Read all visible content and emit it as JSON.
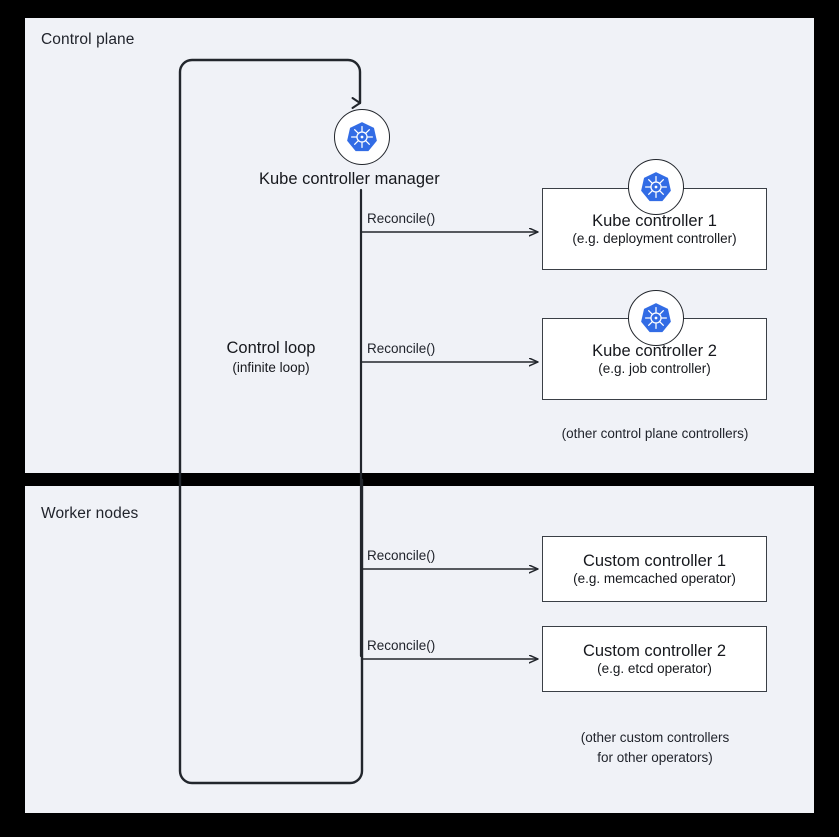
{
  "diagram": {
    "title_alt": "Kubernetes controller reconcile loop",
    "colors": {
      "panel_bg": "#f0f2f7",
      "page_bg": "#000000",
      "box_bg": "#ffffff",
      "box_border": "#3a3f46",
      "line": "#22262c",
      "k8s_blue": "#326ce5",
      "text": "#16181d"
    }
  },
  "panels": [
    {
      "id": "control-plane",
      "title": "Control plane"
    },
    {
      "id": "worker-nodes",
      "title": "Worker nodes"
    }
  ],
  "manager": {
    "label": "Kube controller manager",
    "icon": "kubernetes-icon"
  },
  "control_loop": {
    "label": "Control loop",
    "sublabel": "(infinite loop)"
  },
  "edges": [
    {
      "id": "reconcile-kube-1",
      "label": "Reconcile()"
    },
    {
      "id": "reconcile-kube-2",
      "label": "Reconcile()"
    },
    {
      "id": "reconcile-custom-1",
      "label": "Reconcile()"
    },
    {
      "id": "reconcile-custom-2",
      "label": "Reconcile()"
    }
  ],
  "controllers": [
    {
      "id": "kube-controller-1",
      "title": "Kube controller 1",
      "subtitle": "(e.g. deployment controller)",
      "icon": "kubernetes-icon",
      "has_icon": true
    },
    {
      "id": "kube-controller-2",
      "title": "Kube controller 2",
      "subtitle": "(e.g. job controller)",
      "icon": "kubernetes-icon",
      "has_icon": true
    },
    {
      "id": "custom-controller-1",
      "title": "Custom controller 1",
      "subtitle": "(e.g. memcached operator)",
      "has_icon": false
    },
    {
      "id": "custom-controller-2",
      "title": "Custom controller 2",
      "subtitle": "(e.g. etcd operator)",
      "has_icon": false
    }
  ],
  "captions": {
    "control_plane_more": "(other control plane controllers)",
    "worker_more_line1": "(other custom controllers",
    "worker_more_line2": "for other operators)"
  }
}
